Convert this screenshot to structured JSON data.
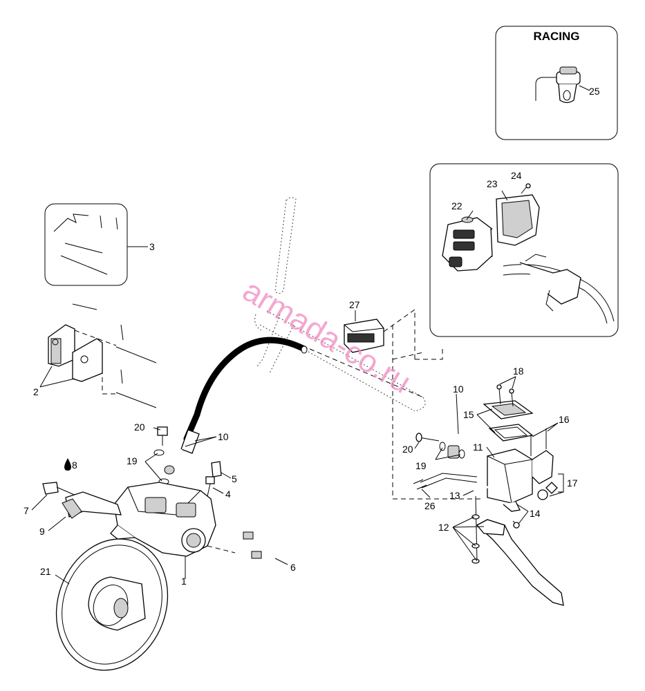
{
  "title": "RACING",
  "watermark": "armada-co.ru",
  "labels": {
    "l1": "1",
    "l2": "2",
    "l3": "3",
    "l4": "4",
    "l5": "5",
    "l6": "6",
    "l7": "7",
    "l8": "8",
    "l9": "9",
    "l10a": "10",
    "l10b": "10",
    "l11": "11",
    "l12": "12",
    "l13": "13",
    "l14": "14",
    "l15": "15",
    "l16": "16",
    "l17": "17",
    "l18": "18",
    "l19a": "19",
    "l19b": "19",
    "l20a": "20",
    "l20b": "20",
    "l21": "21",
    "l22": "22",
    "l23": "23",
    "l24": "24",
    "l25": "25",
    "l26": "26",
    "l27": "27"
  },
  "icons": {
    "oil_drop": "oil-drop-icon"
  },
  "colors": {
    "watermark": "#f08ac0",
    "line": "#000000"
  }
}
